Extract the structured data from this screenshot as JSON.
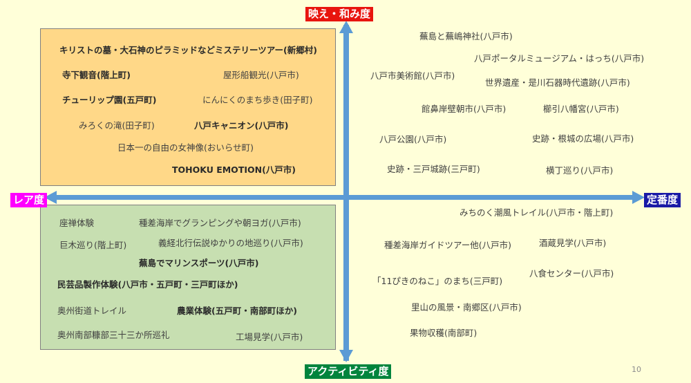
{
  "axes": {
    "top": "映え・和み度",
    "bottom": "アクティビティ度",
    "left": "レア度",
    "right": "定番度"
  },
  "colors": {
    "axis_arrow": "#5b9bd5",
    "top_label_bg": "#e8150e",
    "bottom_label_bg": "#00843d",
    "left_label_bg": "#ff00ff",
    "right_label_bg": "#1a1aa6",
    "quadrant_orange": "#ffd888",
    "quadrant_green": "#c7dfb1",
    "background": "#ffffd9"
  },
  "top_left": [
    {
      "text": "キリストの墓・大石神のピラミッドなどミステリーツアー(新郷村)",
      "bold": true
    },
    {
      "text": "寺下観音(階上町)",
      "bold": true
    },
    {
      "text": "屋形船観光(八戸市)",
      "bold": false
    },
    {
      "text": "チューリップ園(五戸町)",
      "bold": true
    },
    {
      "text": "にんにくのまち歩き(田子町)",
      "bold": false
    },
    {
      "text": "みろくの滝(田子町)",
      "bold": false
    },
    {
      "text": "八戸キャニオン(八戸市)",
      "bold": true
    },
    {
      "text": "日本一の自由の女神像(おいらせ町)",
      "bold": false
    },
    {
      "text": "TOHOKU EMOTION(八戸市)",
      "bold": true
    }
  ],
  "bottom_left": [
    {
      "text": "座禅体験",
      "bold": false
    },
    {
      "text": "種差海岸でグランピングや朝ヨガ(八戸市)",
      "bold": false
    },
    {
      "text": "巨木巡り(階上町)",
      "bold": false
    },
    {
      "text": "義経北行伝説ゆかりの地巡り(八戸市)",
      "bold": false
    },
    {
      "text": "蕪島でマリンスポーツ(八戸市)",
      "bold": true
    },
    {
      "text": "民芸品製作体験(八戸市・五戸町・三戸町ほか)",
      "bold": true
    },
    {
      "text": "奥州街道トレイル",
      "bold": false
    },
    {
      "text": "農業体験(五戸町・南部町ほか)",
      "bold": true
    },
    {
      "text": "奥州南部糠部三十三か所巡礼",
      "bold": false
    },
    {
      "text": "工場見学(八戸市)",
      "bold": false
    }
  ],
  "top_right": [
    {
      "text": "蕪島と蕪嶋神社(八戸市)"
    },
    {
      "text": "八戸ポータルミュージアム・はっち(八戸市)"
    },
    {
      "text": "八戸市美術館(八戸市)"
    },
    {
      "text": "世界遺産・是川石器時代遺跡(八戸市)"
    },
    {
      "text": "館鼻岸壁朝市(八戸市)"
    },
    {
      "text": "櫛引八幡宮(八戸市)"
    },
    {
      "text": "八戸公園(八戸市)"
    },
    {
      "text": "史跡・根城の広場(八戸市)"
    },
    {
      "text": "史跡・三戸城跡(三戸町)"
    },
    {
      "text": "横丁巡り(八戸市)"
    }
  ],
  "bottom_right": [
    {
      "text": "みちのく潮風トレイル(八戸市・階上町)"
    },
    {
      "text": "種差海岸ガイドツアー他(八戸市)"
    },
    {
      "text": "酒蔵見学(八戸市)"
    },
    {
      "text": "八食センター(八戸市)"
    },
    {
      "text": "「11ぴきのねこ」のまち(三戸町)"
    },
    {
      "text": "里山の風景・南郷区(八戸市)"
    },
    {
      "text": "果物収穫(南部町)"
    }
  ],
  "page_number": "10"
}
